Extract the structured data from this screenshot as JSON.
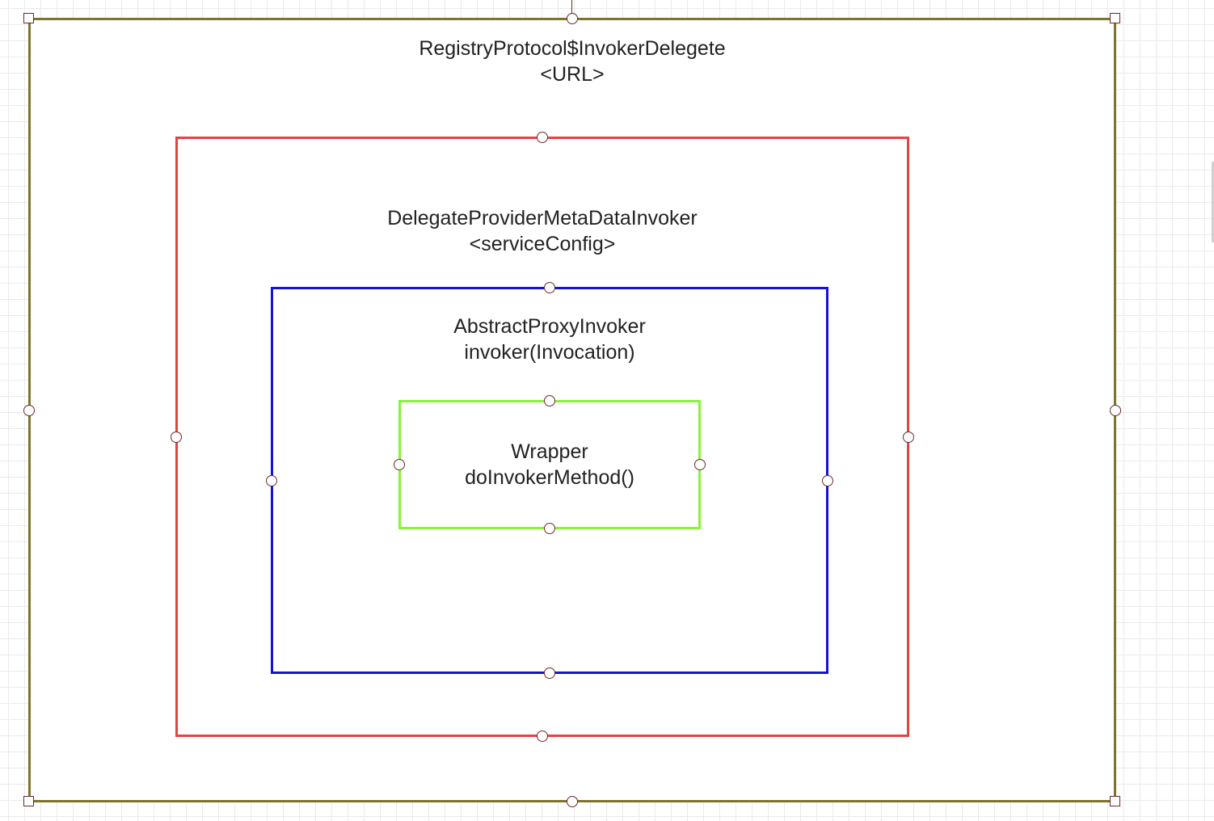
{
  "diagram": {
    "outer": {
      "title": "RegistryProtocol$InvokerDelegete",
      "subtitle": "<URL>",
      "border_color": "#7f7329"
    },
    "red": {
      "title": "DelegateProviderMetaDataInvoker",
      "subtitle": "<serviceConfig>",
      "border_color": "#e24343"
    },
    "blue": {
      "title": "AbstractProxyInvoker",
      "subtitle": "invoker(Invocation)",
      "border_color": "#1313d6"
    },
    "green": {
      "title": "Wrapper",
      "subtitle": "doInvokerMethod()",
      "border_color": "#88f23c"
    }
  }
}
